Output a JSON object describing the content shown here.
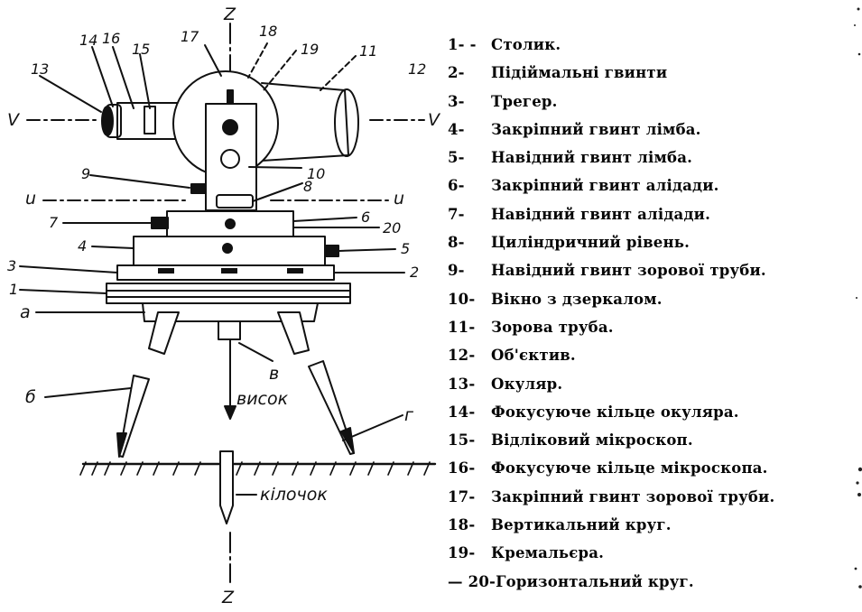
{
  "diagram": {
    "axis_top": "Z",
    "axis_bottom": "Z",
    "axis_left_v": "V",
    "axis_right_v": "V",
    "axis_left_u": "u",
    "axis_right_u": "u",
    "plumb_label": "висок",
    "peg_label": "кілочок",
    "label_a": "а",
    "label_b": "б",
    "label_v": "в",
    "label_g": "г",
    "callouts": {
      "n1": "1",
      "n2": "2",
      "n3": "3",
      "n4": "4",
      "n5": "5",
      "n6": "6",
      "n7": "7",
      "n8": "8",
      "n9": "9",
      "n10": "10",
      "n11": "11",
      "n12": "12",
      "n13": "13",
      "n14": "14",
      "n15": "15",
      "n16": "16",
      "n17": "17",
      "n18": "18",
      "n19": "19",
      "n20": "20"
    }
  },
  "legend": [
    {
      "num": "1- -",
      "text": "Столик."
    },
    {
      "num": "2-",
      "text": "Підіймальні гвинти"
    },
    {
      "num": "3-",
      "text": "Трегер."
    },
    {
      "num": "4-",
      "text": "Закріпний гвинт лімба."
    },
    {
      "num": "5-",
      "text": "Навідний гвинт лімба."
    },
    {
      "num": "6-",
      "text": "Закріпний гвинт алідади."
    },
    {
      "num": "7-",
      "text": "Навідний гвинт алідади."
    },
    {
      "num": "8-",
      "text": "Циліндричний рівень."
    },
    {
      "num": "9-",
      "text": "Навідний гвинт зорової труби."
    },
    {
      "num": "10-",
      "text": "Вікно з дзеркалом."
    },
    {
      "num": "11-",
      "text": "Зорова труба."
    },
    {
      "num": "12-",
      "text": "Об'єктив."
    },
    {
      "num": "13-",
      "text": "Окуляр."
    },
    {
      "num": "14-",
      "text": "Фокусуюче кільце окуляра."
    },
    {
      "num": "15-",
      "text": "Відліковий мікроскоп."
    },
    {
      "num": "16-",
      "text": "Фокусуюче кільце мікроскопа."
    },
    {
      "num": "17-",
      "text": "Закріпний гвинт зорової труби."
    },
    {
      "num": "18-",
      "text": "Вертикальний круг."
    },
    {
      "num": "19-",
      "text": "Кремальєра."
    },
    {
      "num": "— 20-",
      "text": "Горизонтальний круг."
    }
  ]
}
